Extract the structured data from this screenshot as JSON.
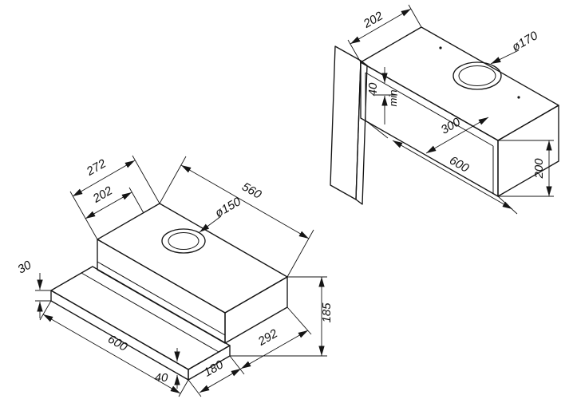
{
  "drawing": {
    "colors": {
      "line": "#151515",
      "background": "#ffffff"
    },
    "hood": {
      "dims": {
        "top_depth_total": "272",
        "top_depth_front": "202",
        "body_width": "560",
        "outlet_diameter": "ø150",
        "front_panel_height": "30",
        "total_height": "185",
        "visor_width": "600",
        "visor_extension": "180",
        "body_depth": "292",
        "visor_thickness": "40"
      }
    },
    "cabinet": {
      "dims": {
        "top_depth": "202",
        "cutout_diameter": "ø170",
        "top_clearance": "40",
        "top_clearance_note": "min",
        "inner_depth": "300",
        "inner_width": "600",
        "height": "200"
      }
    }
  }
}
